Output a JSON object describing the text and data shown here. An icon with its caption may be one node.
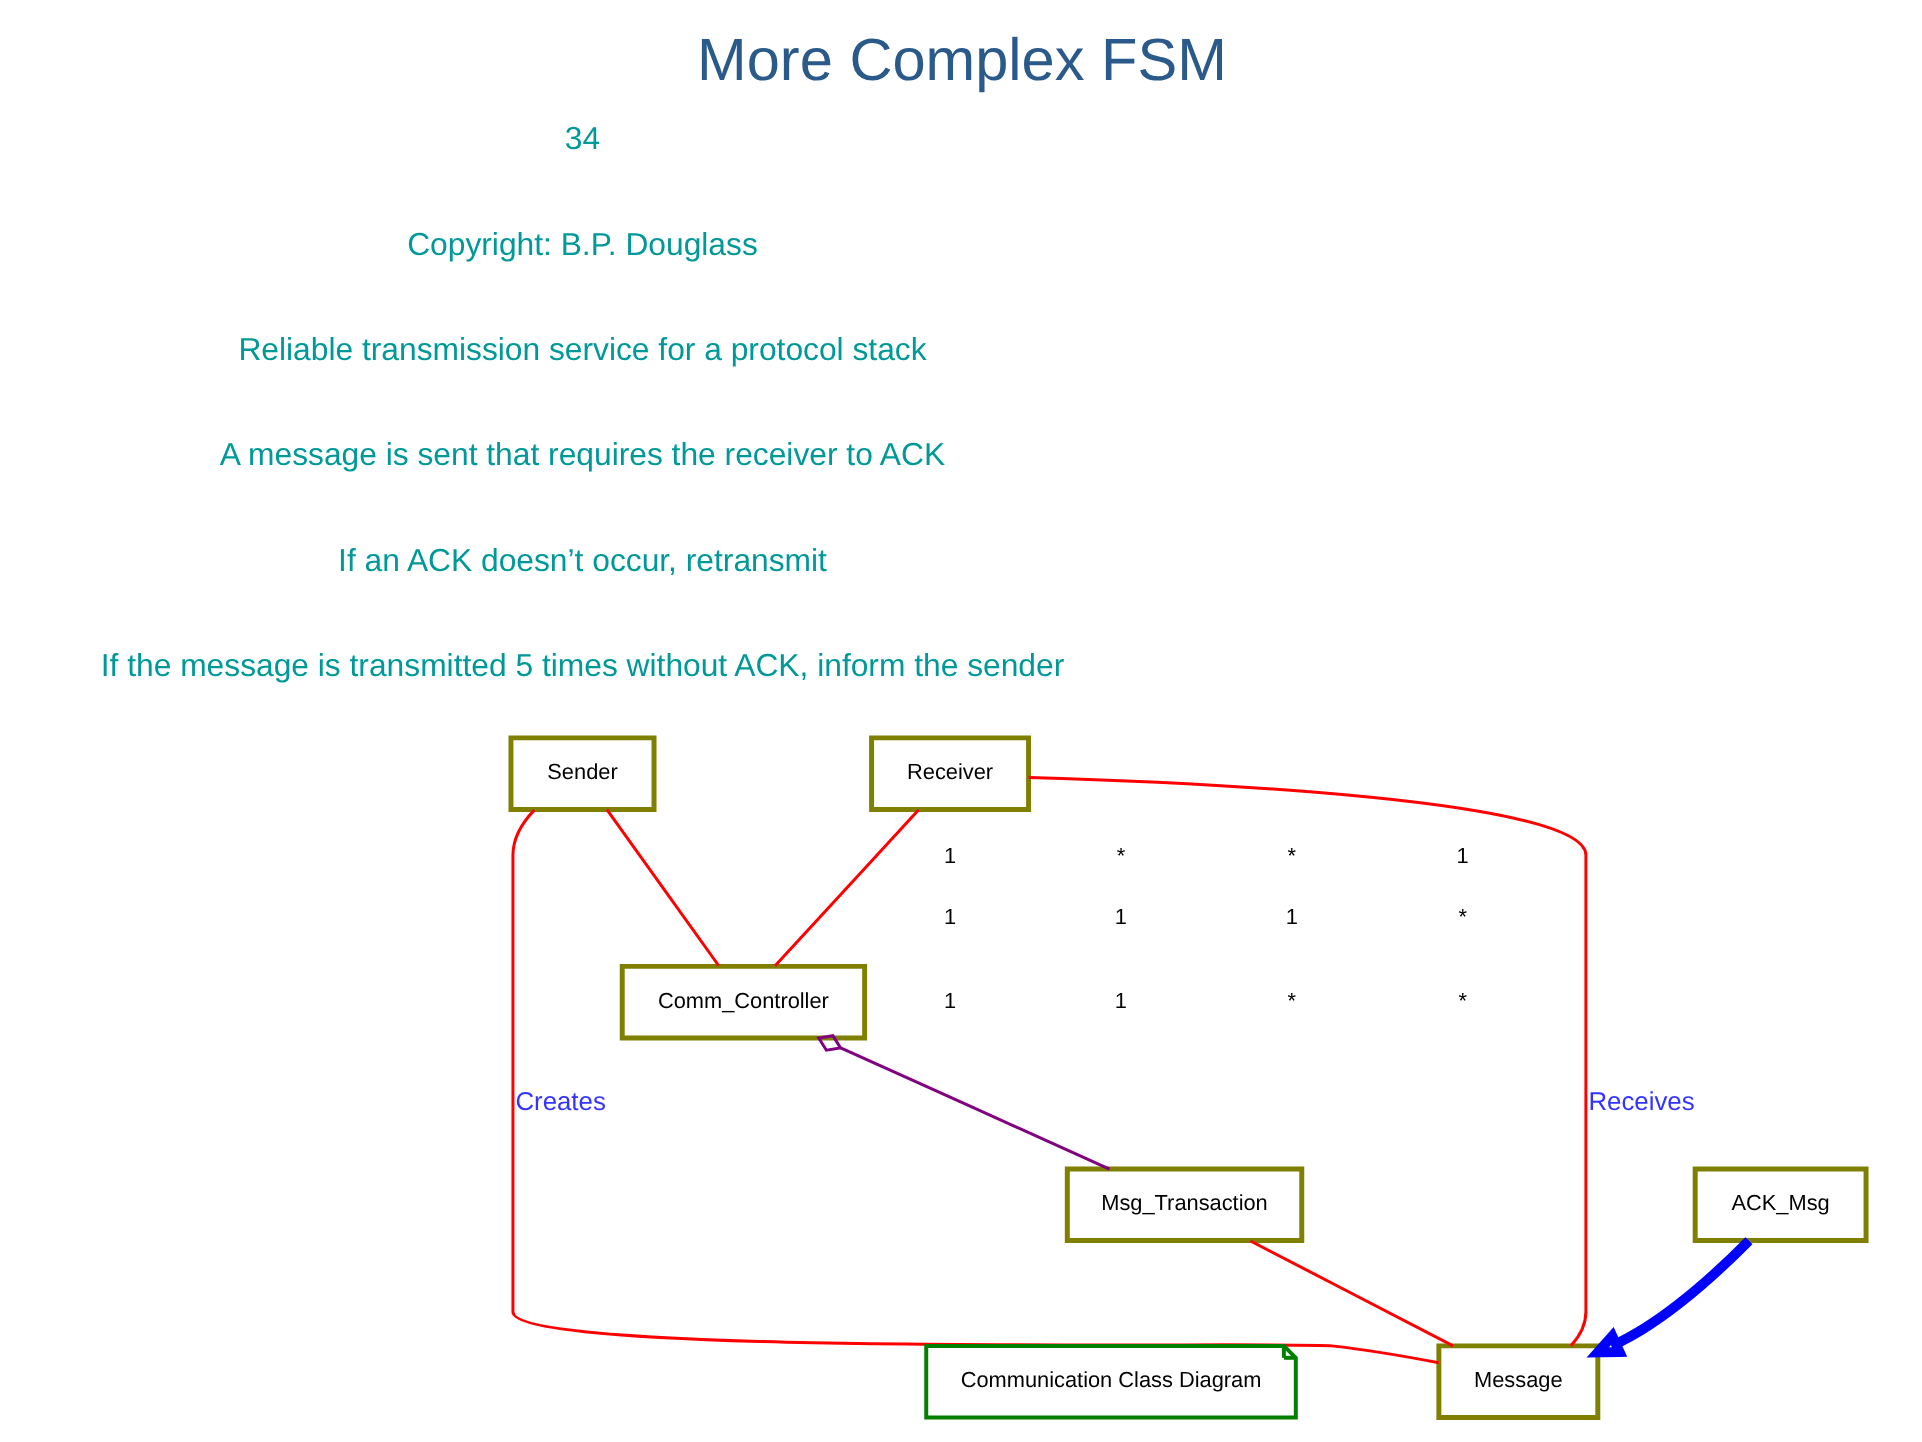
{
  "diagram": {
    "title": "More Complex FSM",
    "nodes": [
      {
        "text": [
          "Sender"
        ]
      },
      {
        "text": [
          "Receiver"
        ]
      },
      {
        "text": [
          "Comm_Controller"
        ]
      },
      {
        "text": [
          "Msg_Transaction"
        ]
      },
      {
        "text": [
          "Message"
        ]
      },
      {
        "text": [
          "Communication Class Diagram"
        ]
      },
      {
        "text": [
          "ACK_Msg"
        ]
      }
    ],
    "edges": [
      {
        "from": 0,
        "to": 2,
        "arrow": "none"
      },
      {
        "from": 2,
        "to": 1,
        "arrow": "none"
      },
      {
        "from": 2,
        "to": 3,
        "arrow": "other",
        "color": "#800080"
      },
      {
        "from": 3,
        "to": 4,
        "arrow": "none"
      },
      {
        "from": 0,
        "to": 4,
        "arrow": "none",
        "label": "Creates"
      },
      {
        "from": 1,
        "to": 4,
        "arrow": "none",
        "label": "Receives"
      },
      {
        "from": 6,
        "to": 4,
        "arrow": "to",
        "style": "thick",
        "color": "#0000ff"
      }
    ],
    "labels": [
      "34",
      "Copyright: B.P. Douglass",
      "Reliable transmission service for a protocol stack",
      "A message is sent that requires the receiver to ACK",
      "If an ACK doesn’t occur, retransmit",
      "If the message is transmitted 5 times without ACK, inform the sender",
      "1",
      "*",
      "*",
      "1",
      "1",
      "1",
      "1",
      "*",
      "1",
      "1",
      "*",
      "*"
    ]
  }
}
